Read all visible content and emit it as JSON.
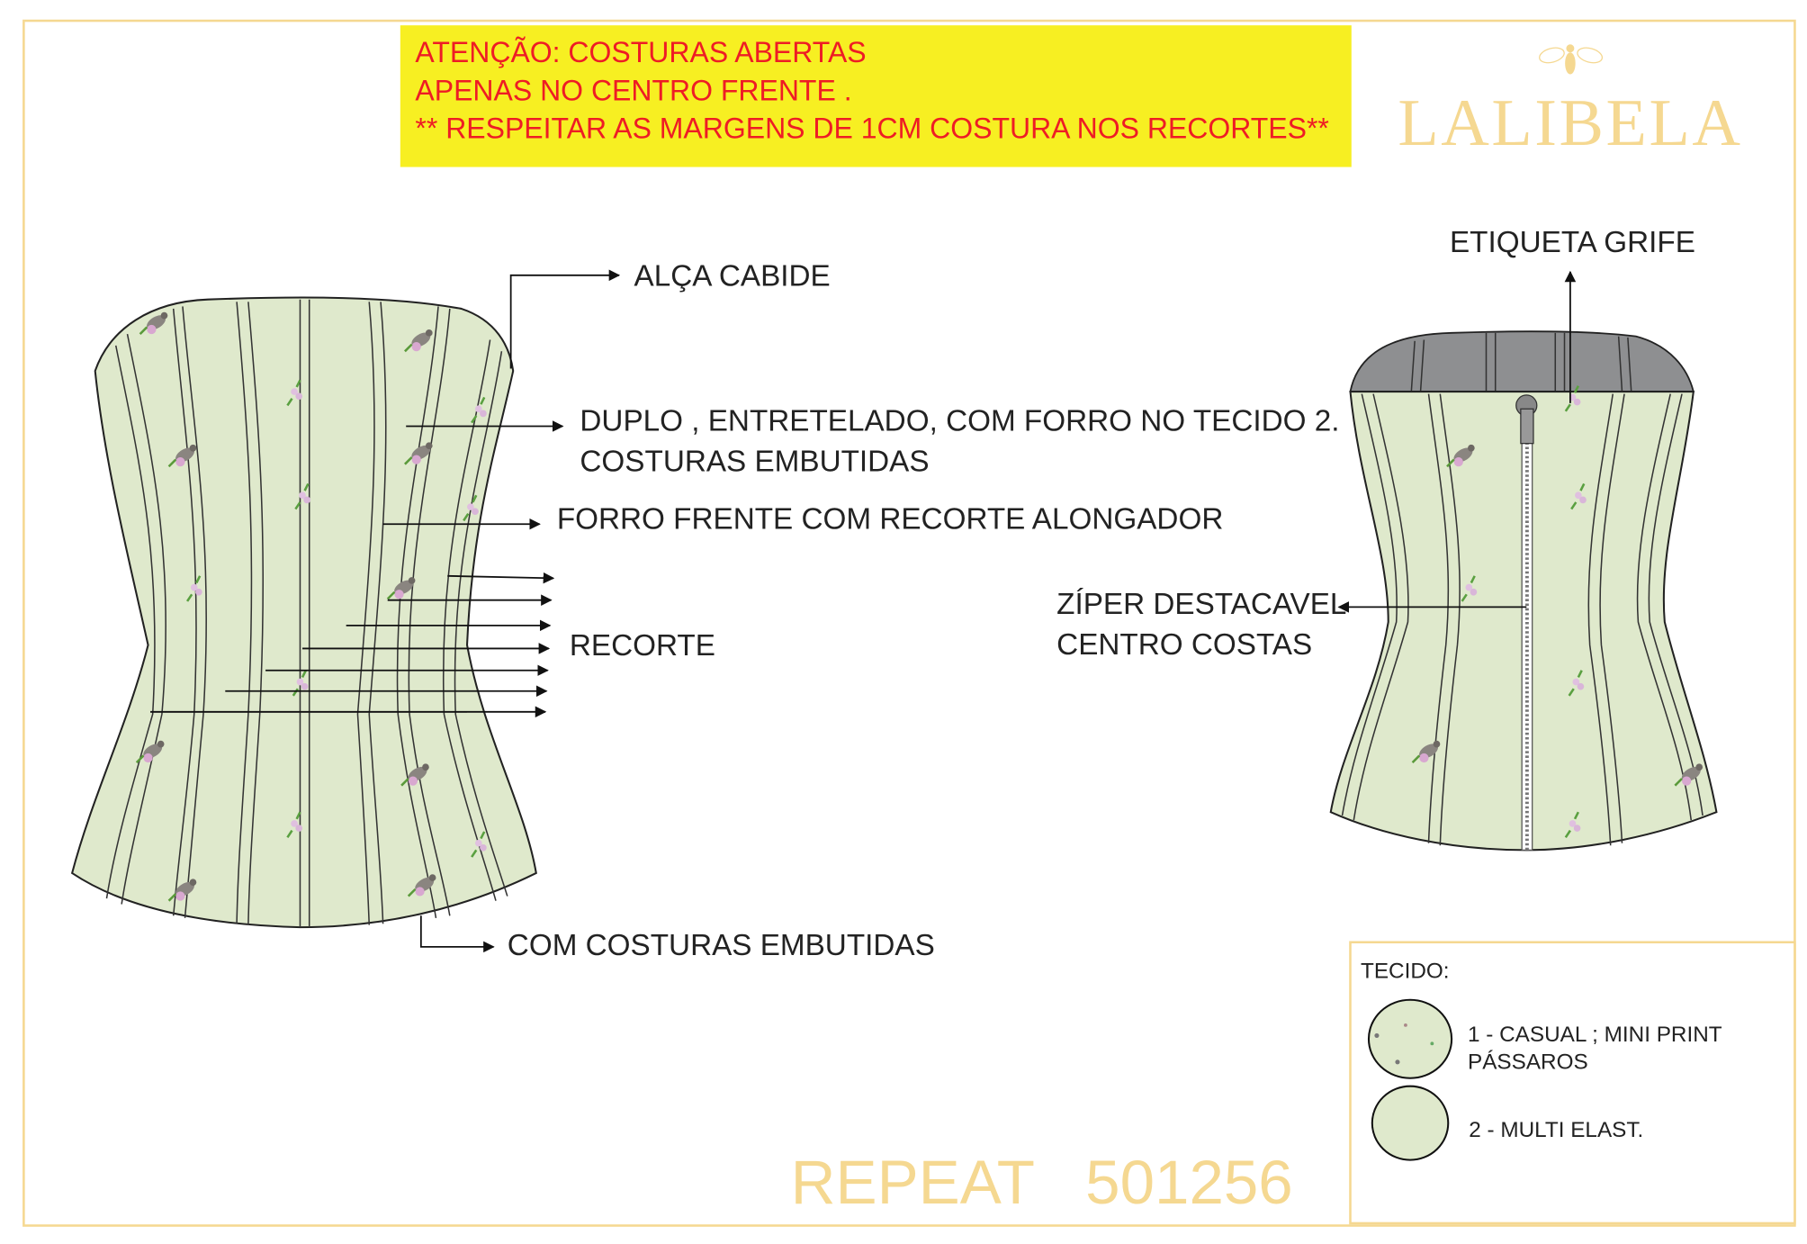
{
  "warning": {
    "lines": [
      "ATENÇÃO: COSTURAS ABERTAS",
      "APENAS NO CENTRO FRENTE .",
      "** RESPEITAR AS MARGENS DE 1CM COSTURA NOS RECORTES**"
    ]
  },
  "brand": {
    "name": "LALIBELA",
    "logo_icon": "bee-icon"
  },
  "front_labels": {
    "alca": "ALÇA CABIDE",
    "duplo_1": "DUPLO , ENTRETELADO, COM FORRO NO TECIDO 2.",
    "duplo_2": "COSTURAS EMBUTIDAS",
    "forro": "FORRO FRENTE COM RECORTE ALONGADOR",
    "recorte": "RECORTE",
    "embutidas": "COM COSTURAS EMBUTIDAS"
  },
  "back_labels": {
    "etiqueta": "ETIQUETA GRIFE",
    "ziper_1": "ZÍPER DESTACAVEL",
    "ziper_2": "CENTRO COSTAS"
  },
  "legend": {
    "title": "TECIDO:",
    "items": [
      {
        "line1": "1 - CASUAL ; MINI PRINT",
        "line2": "PÁSSAROS"
      },
      {
        "line1": "2 - MULTI ELAST."
      }
    ]
  },
  "reference": {
    "label": "REPEAT",
    "code": "501256"
  },
  "colors": {
    "fabric": "#dfe9cc",
    "warning_bg": "#f7ef22",
    "warning_text": "#ee1c25",
    "brand": "#f5d891",
    "border": "#f5d891",
    "band": "#8e8f91"
  }
}
